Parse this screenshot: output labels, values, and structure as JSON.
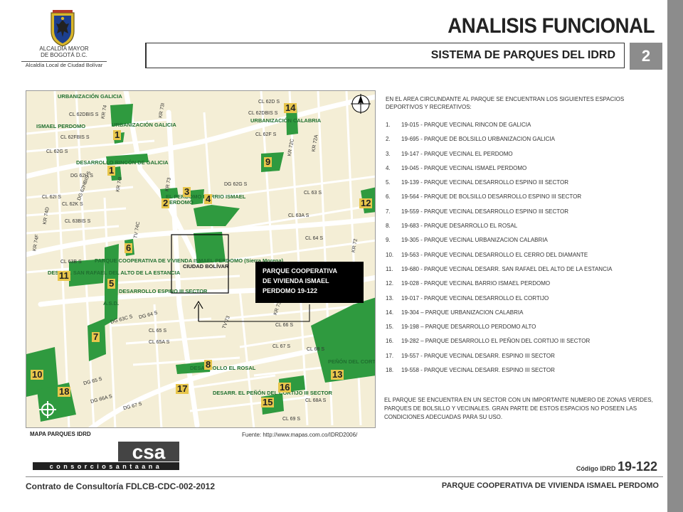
{
  "header": {
    "alcaldia_line1": "ALCALDÍA MAYOR",
    "alcaldia_line2": "DE BOGOTÁ D.C.",
    "alcaldia_line3": "Alcaldía Local de Ciudad Bolívar",
    "title": "ANALISIS FUNCIONAL",
    "subtitle": "SISTEMA DE PARQUES DEL IDRD",
    "page_number": "2"
  },
  "map": {
    "caption": "MAPA PARQUES IDRD",
    "source": "Fuente: http://www.mapas.com.co/IDRD2006/",
    "callout": [
      "PARQUE COOPERATIVA",
      "DE VIVIENDA ISMAEL",
      "PERDOMO 19-122"
    ],
    "area_labels": {
      "galicia": "URBANIZACIÓN GALICIA",
      "galicia2": "URBANIZACIÓN GALICIA",
      "ismael": "ISMAEL PERDOMO",
      "calabria": "URBANIZACIÓN CALABRIA",
      "rincon": "DESARROLLO RINCÓN DE GALICIA",
      "barrio": "EL PERDOMO BARRIO ISMAEL PERDOMO",
      "coop": "PARQUE COOPERATIVA DE VIVIENDA ISMAEL PERDOMO (Sierra Morena)",
      "ciudad": "CIUDAD BOLÍVAR",
      "sanrafael": "DESARR. SAN RAFAEL DEL ALTO DE LA ESTANCIA",
      "espino": "DESARROLLO ESPINO III SECTOR",
      "asd": "A.S.D.",
      "rosal": "DESARROLLO EL ROSAL",
      "cortijo": "PEÑÓN DEL CORTIJO",
      "cortijo2": "DESARR. EL PEÑÓN DEL CORTIJO III SECTOR"
    },
    "road_labels": {
      "cl62d": "CL 62D S",
      "cl62dbis": "CL 62DBIS S",
      "cl62f": "CL 62F S",
      "cl62dbis2": "CL 62DBIS S",
      "cl62fbis": "CL 62FBIS S",
      "cl62g": "CL 62G S",
      "cl62hbis": "DG 62HBIS S",
      "dg62h": "DG 62H S",
      "cl62i": "CL 62I S",
      "cl62k": "CL 62K S",
      "cl63bis": "CL 63BIS S",
      "cl63b": "CL 63B S",
      "dg62g": "DG 62G S",
      "cl63": "CL 63 S",
      "cl63a": "CL 63A S",
      "cl64": "CL 64 S",
      "dg63c": "DG 63C S",
      "dg64": "DG 64 S",
      "cl65": "CL 65 S",
      "cl65a": "CL 65A S",
      "cl66": "CL 66 S",
      "cl67": "CL 67 S",
      "cl68a": "CL 68A S",
      "cl68": "CL 68 S",
      "cl69": "CL 69 S",
      "dg65": "DG 65 S",
      "dg66a": "DG 66A S",
      "dg67": "DG 67 S",
      "kr74": "KR 74",
      "kr73i": "KR 73I",
      "kr74i": "KR 74I",
      "kr73": "KR 73",
      "kr72c": "KR 72C",
      "kr72a": "KR 72A",
      "kr72": "KR 72",
      "kr73a": "KR 73A",
      "tv73": "TV 73",
      "tv74c": "TV 74C",
      "kr74d": "KR 74D",
      "kr74f": "KR 74F"
    },
    "park_numbers": [
      "14",
      "1",
      "1",
      "9",
      "3",
      "2",
      "4",
      "12",
      "6",
      "11",
      "5",
      "7",
      "10",
      "18",
      "8",
      "17",
      "16",
      "13",
      "15"
    ]
  },
  "intro": "EN EL AREA CIRCUNDANTE AL PARQUE SE ENCUENTRAN LOS SIGUIENTES ESPACIOS DEPORTIVOS Y RECREATIVOS:",
  "parks": [
    {
      "n": "1.",
      "text": "19-015 - PARQUE VECINAL RINCON DE GALICIA"
    },
    {
      "n": "2.",
      "text": "19-695 - PARQUE DE BOLSILLO URBANIZACION GALICIA"
    },
    {
      "n": "3.",
      "text": "19-147 - PARQUE VECINAL EL PERDOMO"
    },
    {
      "n": "4.",
      "text": "19-045 - PARQUE VECINAL ISMAEL PERDOMO"
    },
    {
      "n": "5.",
      "text": "19-139 - PARQUE VECINAL DESARROLLO ESPINO III SECTOR"
    },
    {
      "n": "6.",
      "text": "19-564 - PARQUE DE BOLSILLO DESARROLLO ESPINO III SECTOR"
    },
    {
      "n": "7.",
      "text": "19-559 - PARQUE VECINAL DESARROLLO ESPINO III SECTOR"
    },
    {
      "n": "8.",
      "text": "19-683 - PARQUE DESARROLLO EL ROSAL"
    },
    {
      "n": "9.",
      "text": "19-305 - PARQUE VECINAL URBANIZACION CALABRIA"
    },
    {
      "n": "10.",
      "text": "19-563 - PARQUE VECINAL DESARROLLO EL CERRO DEL DIAMANTE"
    },
    {
      "n": "11.",
      "text": "19-680 - PARQUE VECINAL DESARR. SAN RAFAEL DEL ALTO DE LA ESTANCIA"
    },
    {
      "n": "12.",
      "text": "19-028 - PARQUE VECINAL BARRIO ISMAEL PERDOMO"
    },
    {
      "n": "13.",
      "text": "19-017 - PARQUE VECINAL DESARROLLO EL CORTIJO"
    },
    {
      "n": "14.",
      "text": "19-304 – PARQUE URBANIZACION CALABRIA"
    },
    {
      "n": "15.",
      "text": "19-198 – PARQUE DESARROLLO PERDOMO ALTO"
    },
    {
      "n": "16.",
      "text": "19-282 – PARQUE DESARROLLO EL PEÑON DEL CORTIJO III SECTOR"
    },
    {
      "n": "17.",
      "text": "19-557 - PARQUE VECINAL DESARR. ESPINO III SECTOR"
    },
    {
      "n": "18.",
      "text": "19-558 - PARQUE VECINAL DESARR. ESPINO III SECTOR"
    }
  ],
  "outro": "EL PARQUE SE ENCUENTRA EN UN SECTOR CON UN IMPORTANTE NUMERO DE ZONAS VERDES, PARQUES DE BOLSILLO Y VECINALES. GRAN PARTE DE ESTOS ESPACIOS NO POSEEN LAS CONDICIONES ADECUADAS PARA SU USO.",
  "footer": {
    "logo_text": "csa",
    "logo_subtext": "consorciosantaana",
    "codigo_label": "Código IDRD",
    "codigo_number": "19-122",
    "contrato": "Contrato de Consultoría FDLCB-CDC-002-2012",
    "parque": "PARQUE COOPERATIVA DE VIVIENDA ISMAEL PERDOMO"
  },
  "colors": {
    "park_green": "#2f9a3f",
    "map_bg": "#f4eed6",
    "road_white": "#ffffff",
    "number_label": "#e8c64c",
    "gray_accent": "#8c8c8c"
  }
}
